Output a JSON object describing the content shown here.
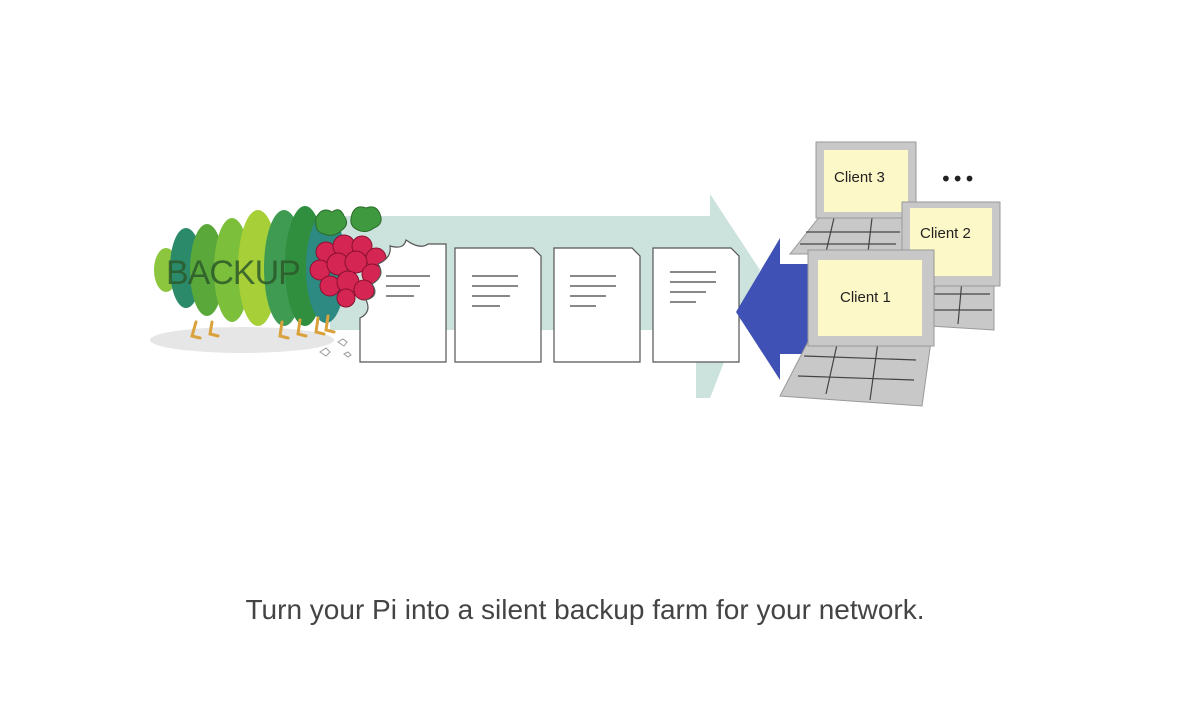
{
  "caterpillar": {
    "label": "BACKUP",
    "body_colors": [
      "#8cc63f",
      "#2a8a6a",
      "#5aa83a",
      "#7bbf3a",
      "#a6cf38",
      "#3f9a52",
      "#2f8f3f",
      "#2d8a82"
    ],
    "leaf_color": "#3f9a3f",
    "berry_color": "#d42553",
    "feet_color": "#d9a23c"
  },
  "arrows": {
    "flow_color": "#c7dfd8",
    "incoming_color": "#3f51b5"
  },
  "files": {
    "count": 4
  },
  "clients": [
    {
      "label": "Client 3"
    },
    {
      "label": "Client 2"
    },
    {
      "label": "Client 1"
    }
  ],
  "more_indicator": "•••",
  "screen_color": "#fdf8c8",
  "laptop_color": "#c8c8c8",
  "caption": "Turn your Pi into a silent backup farm for your network."
}
